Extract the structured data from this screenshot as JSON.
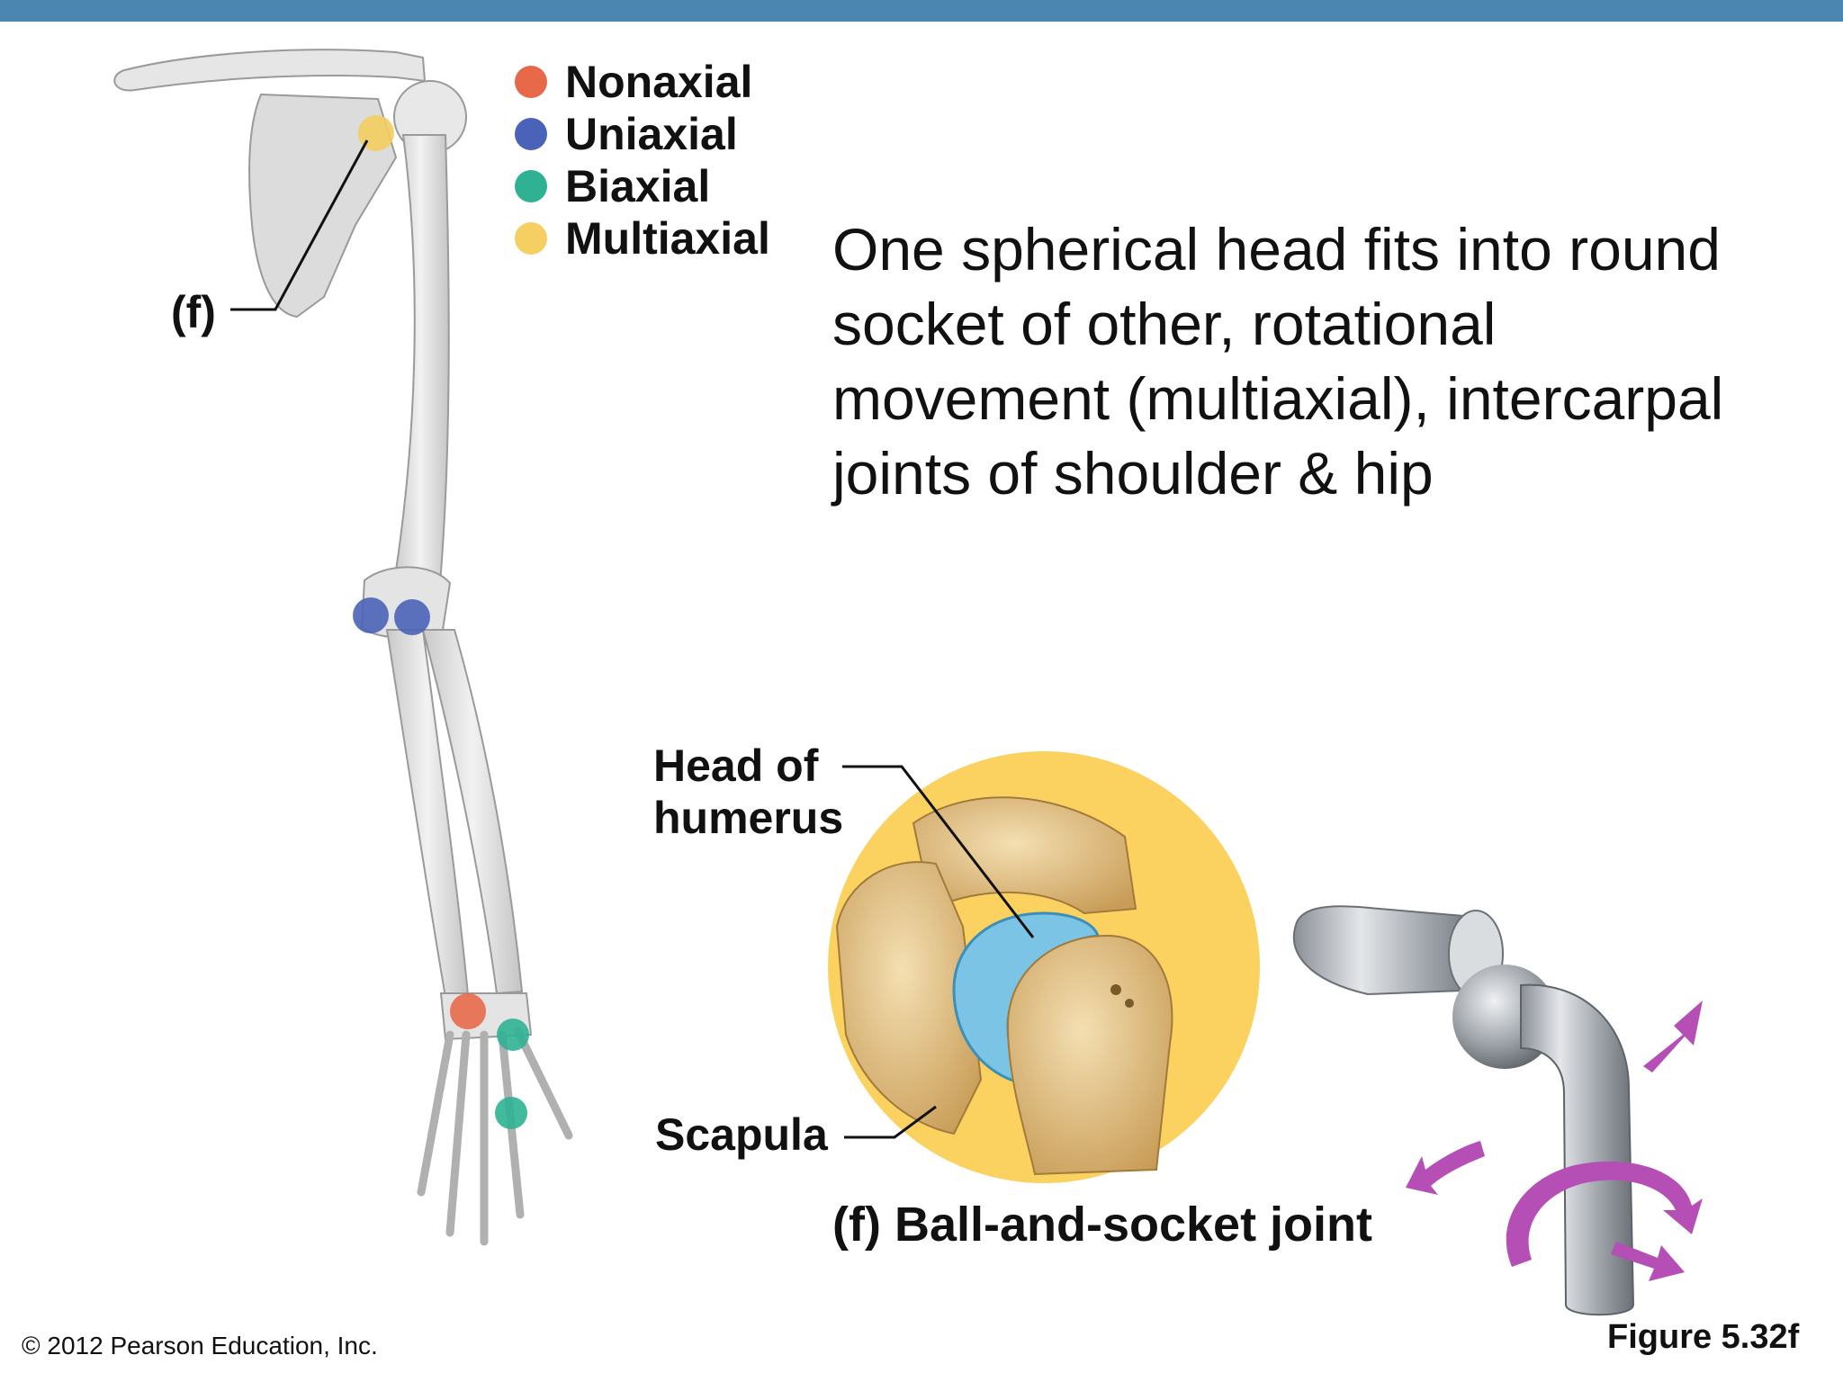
{
  "legend": {
    "items": [
      {
        "label": "Nonaxial",
        "color": "#e8694a"
      },
      {
        "label": "Uniaxial",
        "color": "#4a63b8"
      },
      {
        "label": "Biaxial",
        "color": "#2fb193"
      },
      {
        "label": "Multiaxial",
        "color": "#f6cf62"
      }
    ]
  },
  "markers": {
    "f_label": "(f)"
  },
  "description": "One spherical head fits into round socket of other, rotational movement (multiaxial), intercarpal joints of shoulder & hip",
  "labels": {
    "head_of_humerus": "Head of\nhumerus",
    "scapula": "Scapula"
  },
  "caption": "(f) Ball-and-socket joint",
  "footer": {
    "copyright": "© 2012 Pearson Education, Inc.",
    "figure": "Figure 5.32f"
  },
  "colors": {
    "top_bar": "#4a86b0",
    "bone": "#e5e5e5",
    "cartilage": "#7cc4e6",
    "bone_tan": "#e8c98f",
    "inset_bg": "#fbd160",
    "arrows": "#b54fb6"
  }
}
